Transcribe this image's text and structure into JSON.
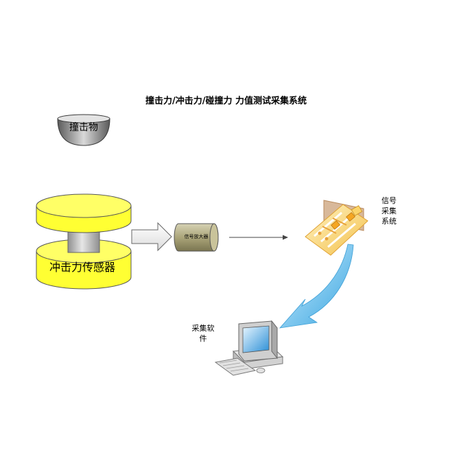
{
  "diagram": {
    "title": "撞击力/冲击力/碰撞力 力值测试采集系统",
    "impactor": {
      "label": "撞击物"
    },
    "sensor": {
      "label": "冲击力传感器"
    },
    "amplifier": {
      "label": "信号放大器"
    },
    "acquisition": {
      "label": "信号\n采集\n系统"
    },
    "software": {
      "label": "采集软\n件"
    },
    "colors": {
      "sensor_fill": "#ffff33",
      "amplifier_fill": "#aba57a",
      "arrow_blue": "#59b7e8",
      "impactor_fill": "#8c8c8c"
    }
  }
}
